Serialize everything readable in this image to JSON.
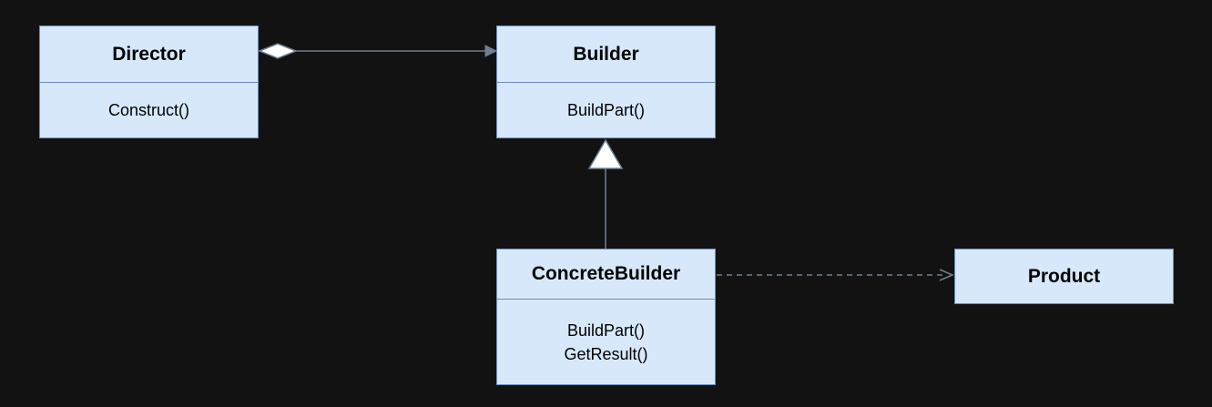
{
  "diagram": {
    "classes": {
      "director": {
        "name": "Director",
        "methods": [
          "Construct()"
        ]
      },
      "builder": {
        "name": "Builder",
        "methods": [
          "BuildPart()"
        ]
      },
      "concrete_builder": {
        "name": "ConcreteBuilder",
        "methods": [
          "BuildPart()",
          "GetResult()"
        ]
      },
      "product": {
        "name": "Product",
        "methods": []
      }
    },
    "relations": [
      {
        "from": "Director",
        "to": "Builder",
        "kind": "aggregation"
      },
      {
        "from": "ConcreteBuilder",
        "to": "Builder",
        "kind": "inheritance"
      },
      {
        "from": "ConcreteBuilder",
        "to": "Product",
        "kind": "dependency"
      }
    ],
    "colors": {
      "background": "#121212",
      "box_fill": "#d6e8fa",
      "box_border": "#6c8ebf",
      "connector": "#6f7f92",
      "text": "#000000"
    }
  }
}
